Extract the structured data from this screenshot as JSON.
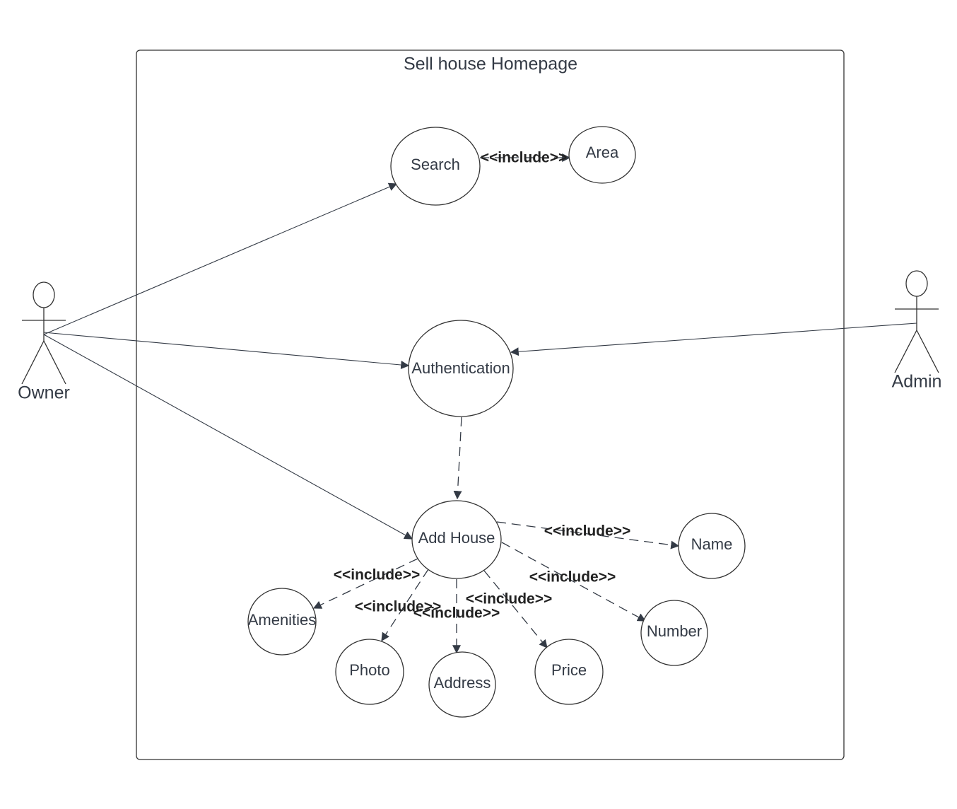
{
  "system": {
    "title": "Sell house Homepage"
  },
  "actors": {
    "owner": "Owner",
    "admin": "Admin"
  },
  "use_cases": {
    "search": "Search",
    "area": "Area",
    "authentication": "Authentication",
    "add_house": "Add House",
    "name": "Name",
    "number": "Number",
    "amenities": "Amenities",
    "photo": "Photo",
    "address": "Address",
    "price": "Price"
  },
  "relations": {
    "include": "<<include>>"
  },
  "colors": {
    "stroke": "#333a45",
    "background": "#ffffff"
  }
}
